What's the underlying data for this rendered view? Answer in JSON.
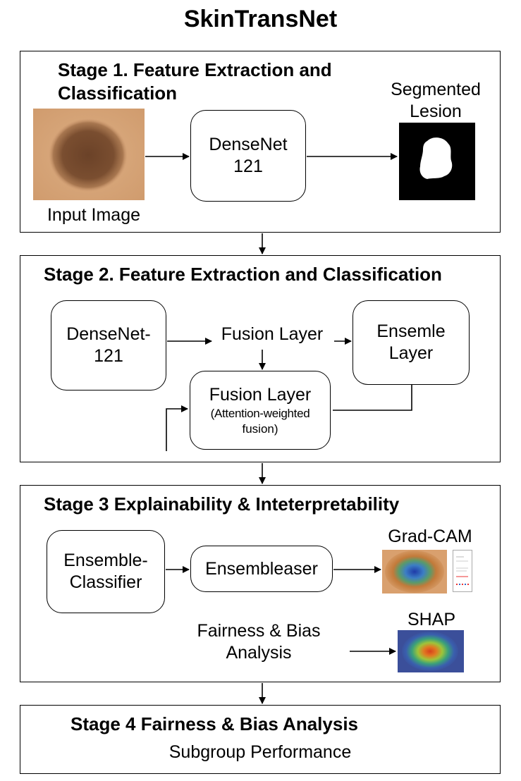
{
  "title": "SkinTransNet",
  "stage1": {
    "title_line1": "Stage 1. Feature Extraction and",
    "title_line2": "Classification",
    "input_label": "Input Image",
    "model_line1": "DenseNet",
    "model_line2": "121",
    "output_line1": "Segmented",
    "output_line2": "Lesion"
  },
  "stage2": {
    "title": "Stage 2. Feature Extraction and Classification",
    "densenet_line1": "DenseNet-",
    "densenet_line2": "121",
    "fusion_top": "Fusion Layer",
    "ensemble_line1": "Ensemle",
    "ensemble_line2": "Layer",
    "fusion_box_line1": "Fusion Layer",
    "fusion_box_line2": "(Attention-weighted",
    "fusion_box_line3": "fusion)"
  },
  "stage3": {
    "title": "Stage 3  Explainability & Inteterpretability",
    "classifier_line1": "Ensemble-",
    "classifier_line2": "Classifier",
    "ensembleaser": "Ensembleaser",
    "gradcam": "Grad-CAM",
    "shap": "SHAP",
    "fairness_line1": "Fairness & Bias",
    "fairness_line2": "Analysis"
  },
  "stage4": {
    "title": "Stage 4  Fairness & Bias Analysis",
    "subtitle": "Subgroup Performance"
  },
  "colors": {
    "skin": "#d8a679",
    "lesion": "#6a4025",
    "heatmap_bg": "#3b4f9a"
  }
}
